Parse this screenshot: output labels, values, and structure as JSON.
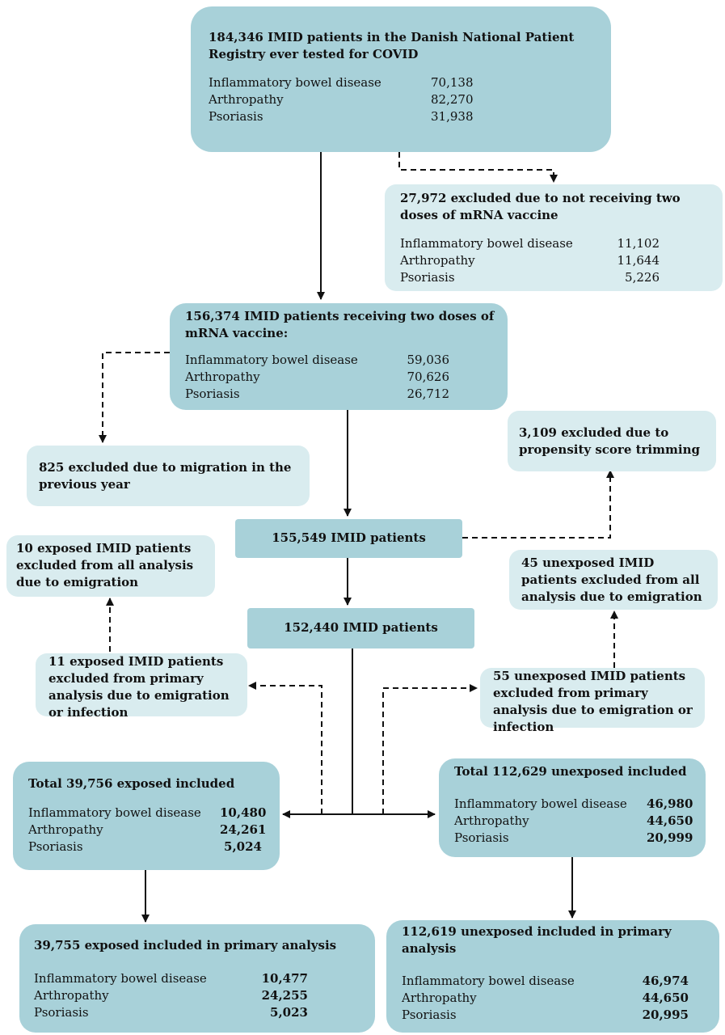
{
  "boxes": {
    "start": {
      "title": "184,346 IMID patients in the Danish National Patient Registry ever tested for COVID",
      "rows": [
        {
          "label": "Inflammatory bowel disease",
          "value": "70,138"
        },
        {
          "label": "Arthropathy",
          "value": "82,270"
        },
        {
          "label": "Psoriasis",
          "value": "31,938"
        }
      ]
    },
    "excl_vaccine": {
      "title": "27,972 excluded due to not receiving two doses of mRNA vaccine",
      "rows": [
        {
          "label": "Inflammatory bowel disease",
          "value": "11,102"
        },
        {
          "label": "Arthropathy",
          "value": "11,644"
        },
        {
          "label": "Psoriasis",
          "value": "5,226"
        }
      ]
    },
    "vaccinated": {
      "title": "156,374 IMID patients receiving two doses of mRNA vaccine:",
      "rows": [
        {
          "label": "Inflammatory bowel disease",
          "value": "59,036"
        },
        {
          "label": "Arthropathy",
          "value": "70,626"
        },
        {
          "label": "Psoriasis",
          "value": "26,712"
        }
      ]
    },
    "excl_migration": {
      "title": "825 excluded due to migration in the previous year"
    },
    "excl_trimming": {
      "title": "3,109 excluded due to propensity score trimming"
    },
    "patients_155": {
      "title": "155,549 IMID patients"
    },
    "patients_152": {
      "title": "152,440 IMID patients"
    },
    "excl_exposed_all": {
      "title": "10 exposed IMID patients excluded from all analysis due to emigration"
    },
    "excl_unexposed_all": {
      "title": "45 unexposed IMID patients excluded from all analysis due to emigration"
    },
    "excl_exposed_primary": {
      "title": "11 exposed IMID patients excluded from primary analysis due to emigration or infection"
    },
    "excl_unexposed_primary": {
      "title": "55 unexposed IMID patients excluded from primary analysis due to emigration or infection"
    },
    "exposed_total": {
      "title": "Total 39,756 exposed included",
      "rows": [
        {
          "label": "Inflammatory bowel disease",
          "value": "10,480"
        },
        {
          "label": "Arthropathy",
          "value": "24,261"
        },
        {
          "label": "Psoriasis",
          "value": "5,024"
        }
      ]
    },
    "unexposed_total": {
      "title": "Total 112,629 unexposed included",
      "rows": [
        {
          "label": "Inflammatory bowel disease",
          "value": "46,980"
        },
        {
          "label": "Arthropathy",
          "value": "44,650"
        },
        {
          "label": "Psoriasis",
          "value": "20,999"
        }
      ]
    },
    "exposed_primary": {
      "title": "39,755 exposed included in primary analysis",
      "rows": [
        {
          "label": "Inflammatory bowel disease",
          "value": "10,477"
        },
        {
          "label": "Arthropathy",
          "value": "24,255"
        },
        {
          "label": "Psoriasis",
          "value": "5,023"
        }
      ]
    },
    "unexposed_primary": {
      "title": "112,619 unexposed included in primary analysis",
      "rows": [
        {
          "label": "Inflammatory bowel disease",
          "value": "46,974"
        },
        {
          "label": "Arthropathy",
          "value": "44,650"
        },
        {
          "label": "Psoriasis",
          "value": "20,995"
        }
      ]
    }
  },
  "colors": {
    "main_box": "#a8d1d9",
    "side_box": "#d9ecef",
    "line": "#111111"
  }
}
